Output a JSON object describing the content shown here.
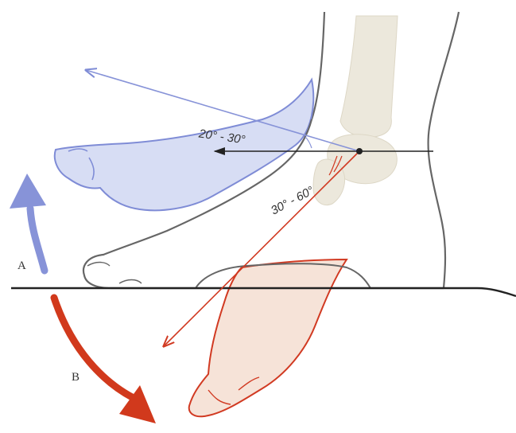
{
  "labels": {
    "dorsiflexion_angle": "20° - 30°",
    "plantarflexion_angle": "30° - 60°",
    "movement_a": "A",
    "movement_b": "B"
  },
  "colors": {
    "background": "#ffffff",
    "outline": "#666666",
    "ground": "#222222",
    "bone_fill": "#ece8dc",
    "dorsiflexion_fill": "#c9d2f0",
    "dorsiflexion_stroke": "#7f8cd6",
    "dorsiflexion_arrow": "#8793d8",
    "plantarflexion_fill": "#f6e3d8",
    "plantarflexion_stroke": "#d13a22",
    "plantarflexion_arrow": "#d1391c",
    "axis_line": "#222222"
  }
}
